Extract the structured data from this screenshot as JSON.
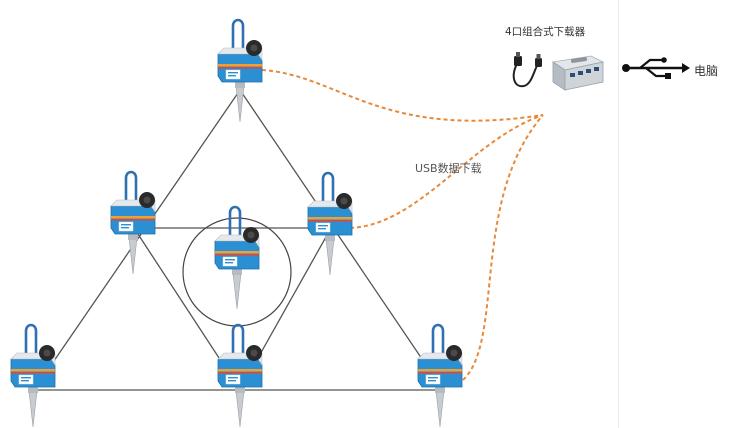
{
  "labels": {
    "hub": "4口组合式下载器",
    "usb_download": "USB数据下载",
    "computer": "电脑"
  },
  "colors": {
    "device_body": "#2b8fd3",
    "device_stripe": "#f0a030",
    "antenna": "#2f6fb3",
    "mesh_line": "#555555",
    "usb_link": "#e8893a",
    "cable": "#222222",
    "hub_body": "#c9ced4"
  },
  "icons": [
    "usb-icon",
    "usb-cable-icon",
    "usb-hub-icon",
    "device-icon"
  ],
  "devices": [
    {
      "name": "sensor-top"
    },
    {
      "name": "sensor-middle-left"
    },
    {
      "name": "sensor-middle-right"
    },
    {
      "name": "sensor-center"
    },
    {
      "name": "sensor-bottom-left"
    },
    {
      "name": "sensor-bottom-center"
    },
    {
      "name": "sensor-bottom-right"
    }
  ]
}
